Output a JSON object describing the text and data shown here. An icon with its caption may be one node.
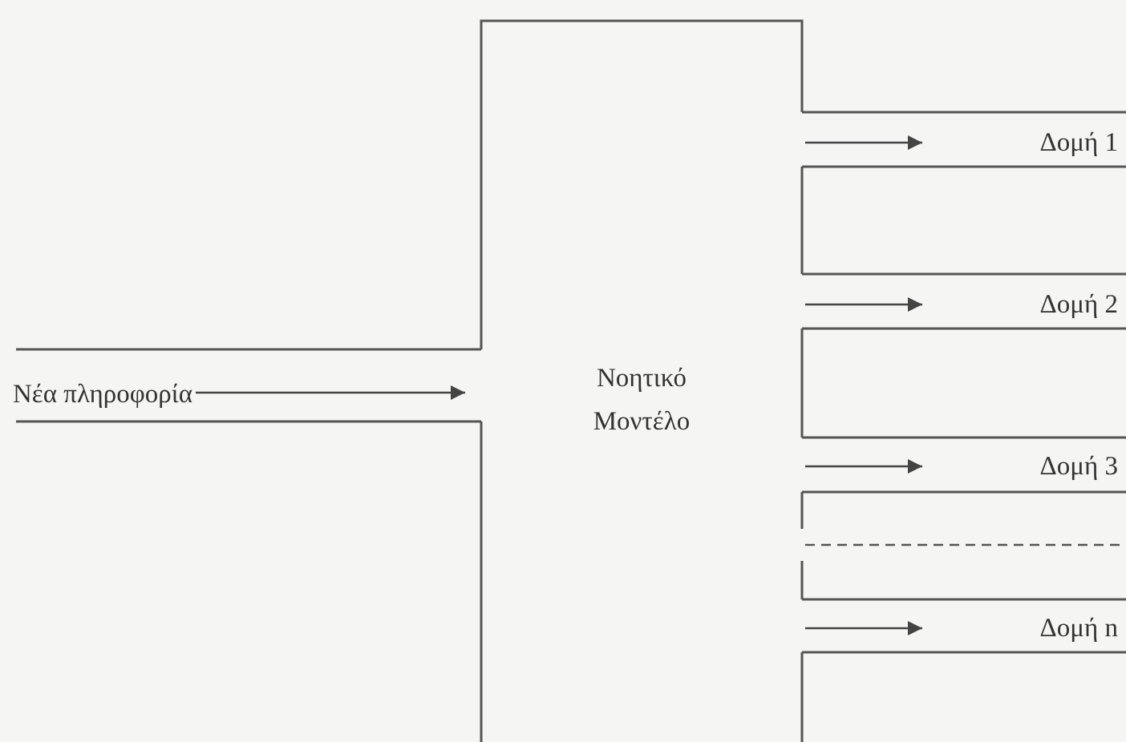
{
  "diagram": {
    "nodes": [
      {
        "text": [
          "Νέα πληροφορία"
        ]
      },
      {
        "text": [
          "Νοητικό Μοντέλο"
        ]
      },
      {
        "text": [
          "Δομή 1"
        ]
      },
      {
        "text": [
          "Δομή 2"
        ]
      },
      {
        "text": [
          "Δομή 3"
        ]
      },
      {
        "text": [
          "Δομή n"
        ]
      }
    ],
    "edges": [
      {
        "from": 0,
        "to": 1,
        "arrow": "to"
      },
      {
        "from": 1,
        "to": 2,
        "arrow": "to"
      },
      {
        "from": 1,
        "to": 3,
        "arrow": "to"
      },
      {
        "from": 1,
        "to": 4,
        "arrow": "to"
      },
      {
        "from": 1,
        "to": 5,
        "arrow": "to"
      }
    ]
  }
}
